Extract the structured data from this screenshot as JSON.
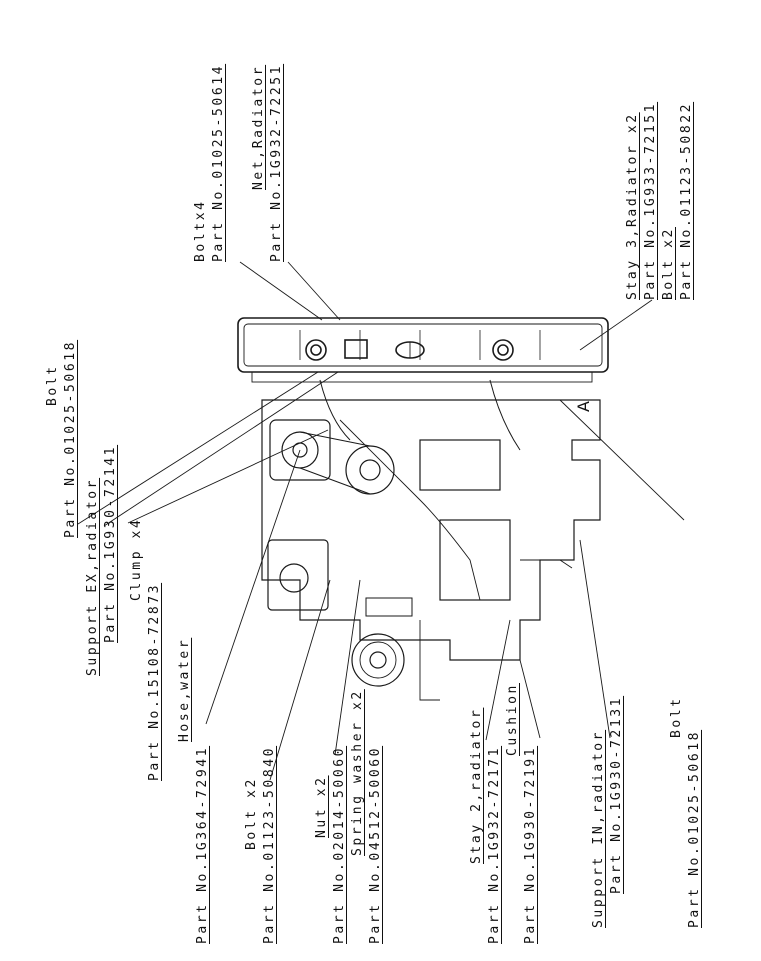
{
  "labels": {
    "bolt_1": {
      "name": "Bolt",
      "part": "Part No.01025-50618"
    },
    "support_ex": {
      "name": "Support EX,radiator",
      "part": "Part No.1G930-72141"
    },
    "clump": {
      "name": "Clump x4",
      "part": "Part No.15108-72873"
    },
    "hose": {
      "name": "Hose,water",
      "part": "Part No.1G364-72941"
    },
    "bolt_x2_a": {
      "name": "Bolt x2",
      "part": "Part No.01123-50840"
    },
    "nut": {
      "name": "Nut x2",
      "part": "Part No.02014-50060"
    },
    "spring_washer": {
      "name": "Spring washer x2",
      "part": "Part No.04512-50060"
    },
    "stay2": {
      "name": "Stay 2,radiator",
      "part": "Part No.1G932-72171"
    },
    "cushion": {
      "name": "Cushion",
      "part": "Part No.1G930-72191"
    },
    "support_in": {
      "name": "Support IN,radiator",
      "part": "Part No.1G930-72131"
    },
    "bolt_2": {
      "name": "Bolt",
      "part": "Part No.01025-50618"
    },
    "bolt_x4": {
      "name": "Boltx4",
      "part": "Part No.01025-50614"
    },
    "net": {
      "name": "Net,Radiator",
      "part": "Part No.1G932-72251"
    },
    "stay3": {
      "name": "Stay 3,Radiator x2",
      "part": "Part No.1G933-72151"
    },
    "bolt_x2_b": {
      "name": "Bolt x2",
      "part": "Part No.01123-50822"
    }
  },
  "view_label": "A",
  "line_color": "#1a1a1a"
}
